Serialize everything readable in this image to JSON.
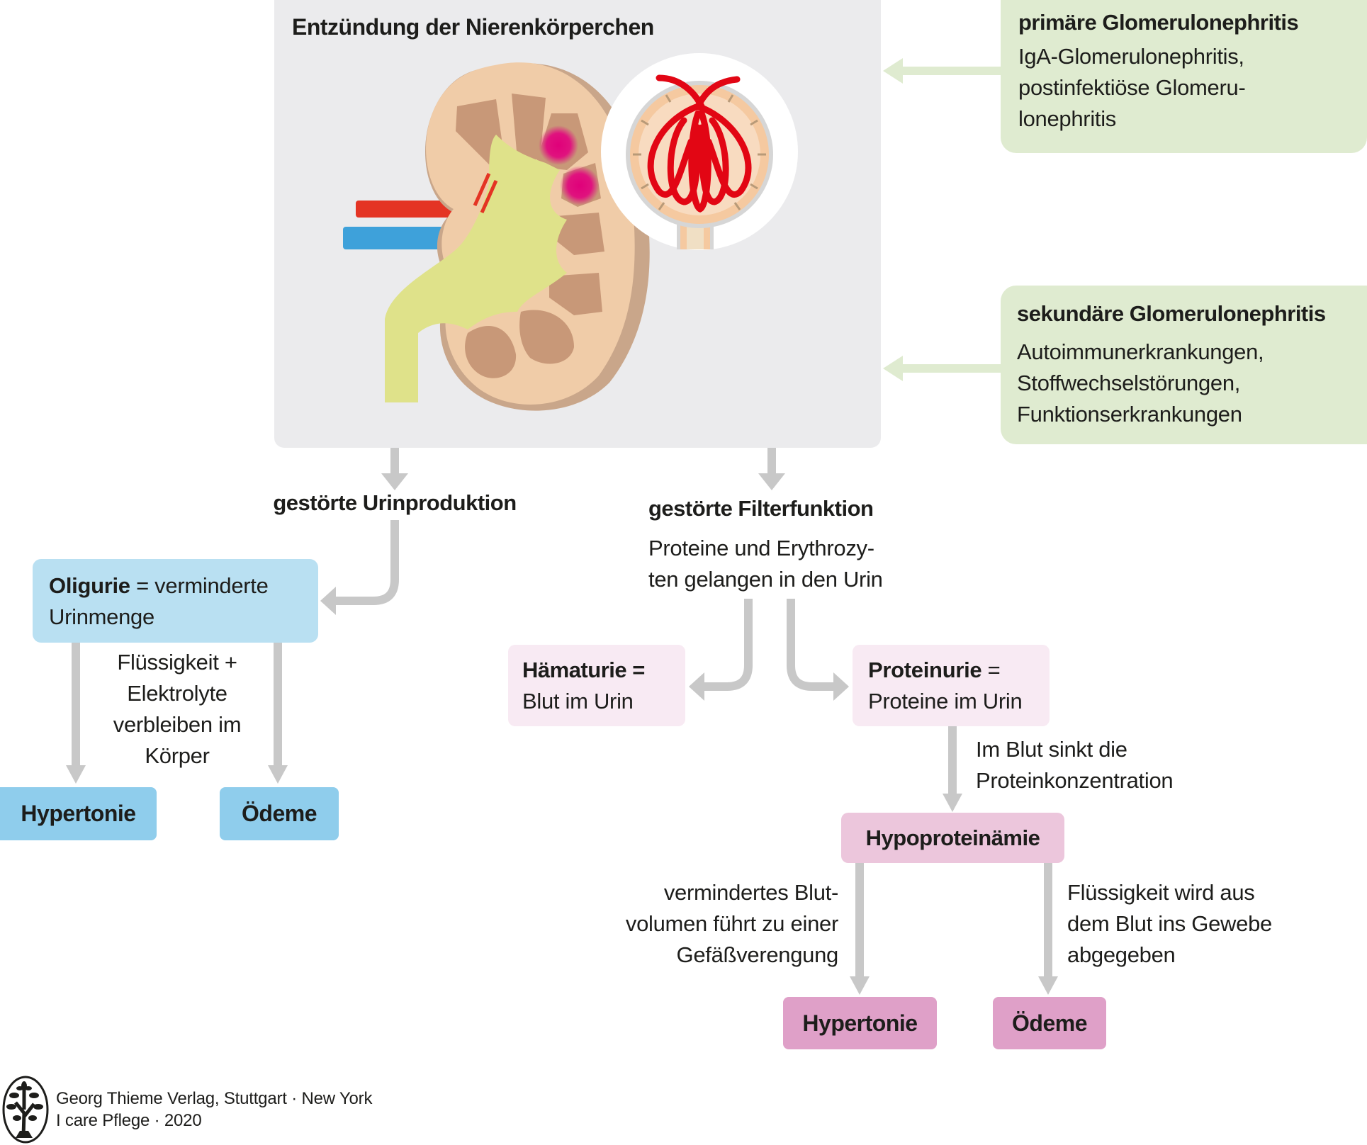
{
  "title": "Entzündung der Nierenkörperchen",
  "causes": [
    {
      "heading": "primäre Glomerulonephritis",
      "lines": [
        "IgA-Glomerulonephritis,",
        "postinfektiöse Glomeru-",
        "lonephritis"
      ]
    },
    {
      "heading": "sekundäre Glomerulonephritis",
      "lines": [
        "Autoimmunerkrankungen,",
        "Stoffwechselstörungen,",
        "Funktionserkrankungen"
      ]
    }
  ],
  "left_branch": {
    "heading": "gestörte Urinproduktion",
    "box": {
      "term": "Oligurie",
      "definition_1": "= verminderte",
      "definition_2": "Urinmenge"
    },
    "explanation": [
      "Flüssigkeit +",
      "Elektrolyte",
      "verbleiben im",
      "Körper"
    ],
    "outcomes": [
      "Hypertonie",
      "Ödeme"
    ]
  },
  "right_branch": {
    "heading": "gestörte Filterfunktion",
    "explanation": [
      "Proteine und Erythrozy-",
      "ten gelangen in den Urin"
    ],
    "haematuria": {
      "term": "Hämaturie =",
      "definition": "Blut im Urin"
    },
    "proteinuria": {
      "term": "Proteinurie",
      "eq": "=",
      "definition": "Proteine im Urin"
    },
    "protein_drop": [
      "Im Blut sinkt die",
      "Proteinkonzentration"
    ],
    "hypo": "Hypoproteinämie",
    "left_explanation": [
      "vermindertes Blut-",
      "volumen führt zu einer",
      "Gefäßverengung"
    ],
    "right_explanation": [
      "Flüssigkeit wird aus",
      "dem Blut ins Gewebe",
      "abgegeben"
    ],
    "outcomes": [
      "Hypertonie",
      "Ödeme"
    ]
  },
  "footer": {
    "line1": "Georg Thieme Verlag, Stuttgart · New York",
    "line2": "I care Pflege · 2020",
    "logo_icon": "tree-logo-icon"
  },
  "colors": {
    "gray_box": "#ebebed",
    "green": "#dfebd0",
    "light_blue": "#b9e0f2",
    "blue": "#8fcdec",
    "light_pink": "#f8eaf3",
    "mid_pink": "#ecc6dc",
    "pink": "#dfa0c8",
    "arrow": "#c8c8c8"
  }
}
